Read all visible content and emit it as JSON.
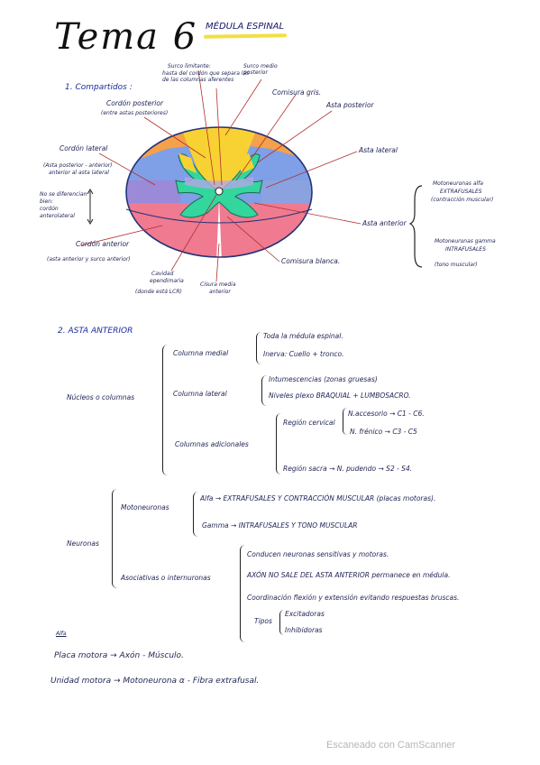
{
  "header": {
    "title": "Tema 6",
    "subtitle": "MÉDULA ESPINAL"
  },
  "diagram": {
    "section_label": "1. Compartidos :",
    "labels": {
      "surco_limitante": "Surco limitante:",
      "surco_limitante_desc": "hasta del cordón que separa las de las columnas aferentes",
      "surco_medio": "Surco medio posterior",
      "comisura_gris": "Comisura gris.",
      "cordon_posterior": "Cordón posterior",
      "cordon_posterior_desc": "(entre astas posteriores)",
      "asta_posterior": "Asta posterior",
      "cordon_lateral": "Cordón lateral",
      "cordon_lateral_desc1": "(Asta posterior - anterior)",
      "cordon_lateral_desc2": "anterior al asta lateral",
      "asta_lateral": "Asta lateral",
      "vertical_note1": "No se diferencian",
      "vertical_note2": "bien:",
      "vertical_note3": "cordón",
      "vertical_note4": "anterolateral",
      "asta_anterior": "Asta anterior",
      "cordon_anterior": "Cordón anterior",
      "cordon_anterior_desc": "(asta anterior y surco anterior)",
      "comisura_blanca": "Comisura blanca.",
      "cavidad1": "Cavidad",
      "cavidad2": "ependimaria",
      "cavidad3": "(donde está LCR)",
      "cisura1": "Cisura media",
      "cisura2": "anterior",
      "moto_alfa1": "Motoneuronas alfa",
      "moto_alfa2": "EXTRAFUSALES",
      "moto_alfa3": "(contracción muscular)",
      "moto_gamma1": "Motoneuronas gamma",
      "moto_gamma2": "INTRAFUSALES",
      "moto_gamma3": "(tono muscular)"
    },
    "colors": {
      "posterior_yellow": "#f7d232",
      "posterior_orange": "#f5a14a",
      "lateral_blue": "#7f9fe6",
      "lateral_purple": "#9a8ad8",
      "anterior_pink": "#f07a90",
      "grey_green": "#33d69c",
      "grey_purple": "#b4a8e6",
      "grey_blue": "#7fb9ec",
      "outline": "#223377"
    }
  },
  "section2": {
    "heading": "2. ASTA ANTERIOR",
    "nucleos": "Núcleos o columnas",
    "col_medial": "Columna medial",
    "col_medial_1": "Toda la médula espinal.",
    "col_medial_2": "Inerva: Cuello + tronco.",
    "col_lateral": "Columna lateral",
    "col_lateral_1": "Intumescencias (zonas gruesas)",
    "col_lateral_2": "Niveles plexo BRAQUIAL + LUMBOSACRO.",
    "col_adic": "Columnas adicionales",
    "reg_cervical": "Región cervical",
    "n_accesorio": "N.accesorio → C1 - C6.",
    "n_frenico": "N. frénico → C3 - C5",
    "reg_sacra": "Región sacra → N. pudendo → S2 - S4.",
    "neuronas": "Neuronas",
    "motoneuronas": "Motoneuronas",
    "alfa": "Alfa → EXTRAFUSALES Y CONTRACCIÓN MUSCULAR (placas motoras).",
    "gamma": "Gamma → INTRAFUSALES Y TONO MUSCULAR",
    "asociativas": "Asociativas o internuronas",
    "asoc_1": "Conducen neuronas sensitivas y motoras.",
    "asoc_2": "AXÓN NO SALE DEL ASTA ANTERIOR permanece en médula.",
    "asoc_3": "Coordinación flexión y extensión evitando respuestas bruscas.",
    "tipos": "Tipos",
    "excitadoras": "Excitadoras",
    "inhibidoras": "Inhibidoras"
  },
  "notes": {
    "alfa_label": "Alfa",
    "placa": "Placa motora → Axón - Músculo.",
    "unidad": "Unidad motora → Motoneurona α - Fibra extrafusal."
  },
  "footer": {
    "watermark": "Escaneado con CamScanner"
  }
}
